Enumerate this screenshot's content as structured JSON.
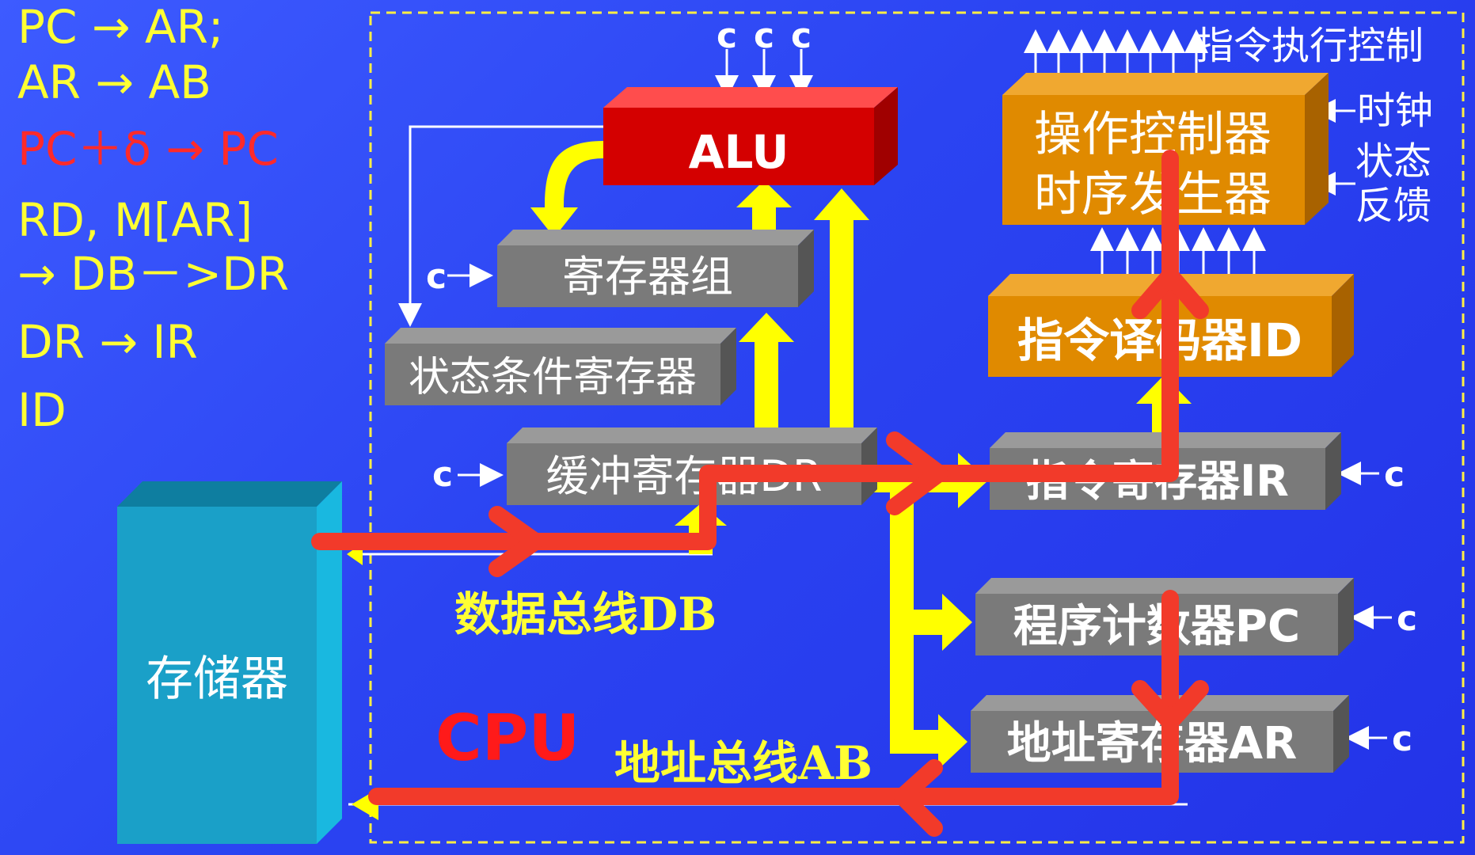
{
  "steps": [
    {
      "text": "PC → AR;",
      "color": "#ffff33"
    },
    {
      "text": "AR → AB",
      "color": "#ffff33"
    },
    {
      "text": "PC＋δ → PC",
      "color": "#ff2a2a"
    },
    {
      "text": "RD, M[AR]",
      "color": "#ffff33"
    },
    {
      "text": "→ DB－>DR",
      "color": "#ffff33"
    },
    {
      "text": "DR → IR",
      "color": "#ffff33"
    },
    {
      "text": "ID",
      "color": "#ffff33"
    }
  ],
  "blocks": {
    "alu": "ALU",
    "regfile": "寄存器组",
    "status_reg": "状态条件寄存器",
    "dr": "缓冲寄存器DR",
    "controller_line1": "操作控制器",
    "controller_line2": "时序发生器",
    "decoder": "指令译码器ID",
    "ir": "指令寄存器IR",
    "pc": "程序计数器PC",
    "ar": "地址寄存器AR",
    "memory": "存储器"
  },
  "labels": {
    "cpu": "CPU",
    "data_bus": "数据总线DB",
    "address_bus": "地址总线AB",
    "exec_control": "指令执行控制",
    "clock": "时钟",
    "status_line1": "状态",
    "status_line2": "反馈",
    "c": "c"
  },
  "colors": {
    "flow_arrow": "#f23a2a",
    "bus_yellow": "#ffff00",
    "alu_red": "#d40000",
    "register_gray": "#7a7a7a",
    "control_orange": "#e08a00",
    "memory_teal": "#1aa0c8"
  }
}
